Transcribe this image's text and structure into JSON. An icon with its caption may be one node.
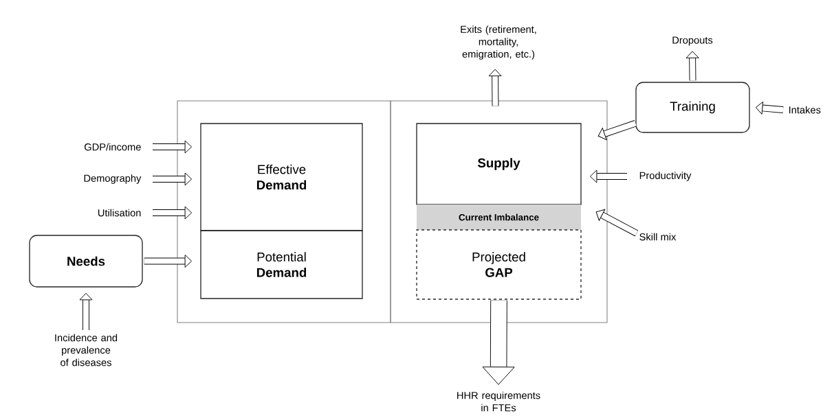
{
  "diagram": {
    "nodes": [
      {
        "text": [],
        "shape": "box"
      },
      {
        "text": [
          "Effective **Demand**"
        ],
        "in": 0
      },
      {
        "text": [
          "Potential **Demand**"
        ],
        "in": 0
      },
      {
        "text": [],
        "shape": "box"
      },
      {
        "text": [
          "Supply"
        ],
        "in": 3
      },
      {
        "text": [
          "Current Imbalance"
        ],
        "in": 3
      },
      {
        "text": [
          "Projected **GAP**"
        ],
        "in": 3
      },
      {
        "text": [
          "Needs"
        ]
      },
      {
        "text": [
          "Training"
        ]
      },
      {
        "text": [
          "GDP/income"
        ]
      },
      {
        "text": [
          "Demography"
        ]
      },
      {
        "text": [
          "Utilisation"
        ]
      },
      {
        "text": [
          "Incidence and prevalence of diseases"
        ]
      },
      {
        "text": [
          "Exits (retirement, mortality, emigration, etc.)"
        ]
      },
      {
        "text": [
          "Dropouts"
        ]
      },
      {
        "text": [
          "Intakes"
        ]
      },
      {
        "text": [
          "Productivity"
        ]
      },
      {
        "text": [
          "Skill mix"
        ]
      },
      {
        "text": [
          "HHR requirements in FTEs"
        ]
      }
    ],
    "edges": [
      {
        "from": 9,
        "to": 1,
        "arrow": "to"
      },
      {
        "from": 10,
        "to": 1,
        "arrow": "to"
      },
      {
        "from": 11,
        "to": 1,
        "arrow": "to"
      },
      {
        "from": 7,
        "to": 2,
        "arrow": "to"
      },
      {
        "from": 12,
        "to": 7,
        "arrow": "to"
      },
      {
        "from": 3,
        "to": 13,
        "arrow": "to"
      },
      {
        "from": 8,
        "to": 14,
        "arrow": "to"
      },
      {
        "from": 15,
        "to": 8,
        "arrow": "to"
      },
      {
        "from": 8,
        "to": 3,
        "arrow": "to"
      },
      {
        "from": 16,
        "to": 4,
        "arrow": "to"
      },
      {
        "from": 17,
        "to": 3,
        "arrow": "to"
      },
      {
        "from": 6,
        "to": 18,
        "arrow": "to",
        "style": "thick"
      }
    ]
  }
}
